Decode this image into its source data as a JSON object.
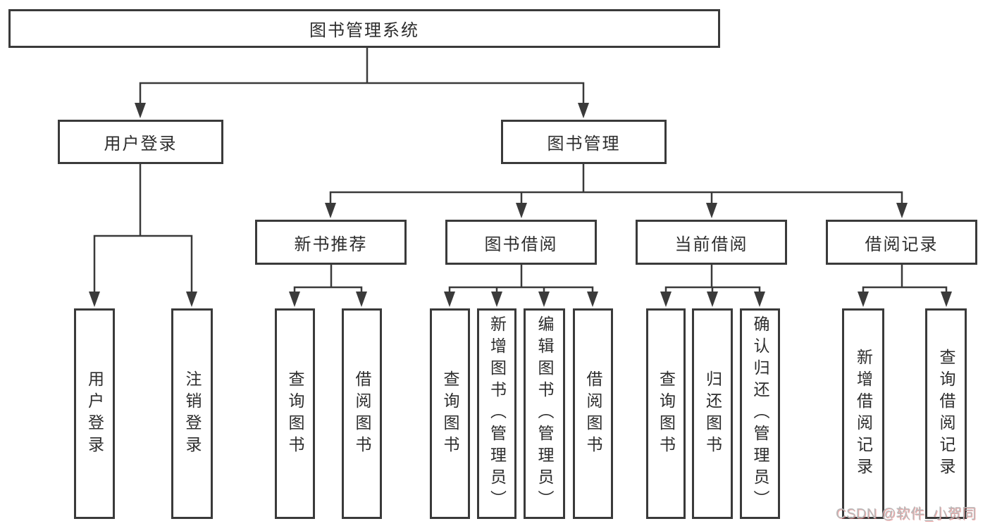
{
  "tree": {
    "label": "图书管理系统",
    "children": [
      {
        "label": "用户登录",
        "children": [
          {
            "label": "用户登录"
          },
          {
            "label": "注销登录"
          }
        ]
      },
      {
        "label": "图书管理",
        "children": [
          {
            "label": "新书推荐",
            "children": [
              {
                "label": "查询图书"
              },
              {
                "label": "借阅图书"
              }
            ]
          },
          {
            "label": "图书借阅",
            "children": [
              {
                "label": "查询图书"
              },
              {
                "label": "新增图书（管理员）"
              },
              {
                "label": "编辑图书（管理员）"
              },
              {
                "label": "借阅图书"
              }
            ]
          },
          {
            "label": "当前借阅",
            "children": [
              {
                "label": "查询图书"
              },
              {
                "label": "归还图书"
              },
              {
                "label": "确认归还（管理员）"
              }
            ]
          },
          {
            "label": "借阅记录",
            "children": [
              {
                "label": "新增借阅记录"
              },
              {
                "label": "查询借阅记录"
              }
            ]
          }
        ]
      }
    ]
  },
  "watermark": {
    "text": "CSDN @软件_小贺同学"
  },
  "colors": {
    "line": "#3a3a3a",
    "box_border": "#3a3a3a",
    "text": "#2d2d2d",
    "background": "#ffffff",
    "watermark_text": "#b9b9b9",
    "watermark_shadow": "#e26262"
  }
}
